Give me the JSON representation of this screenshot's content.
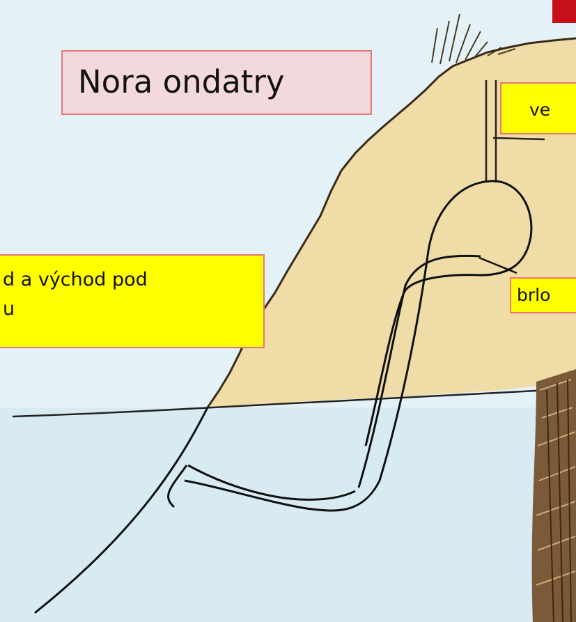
{
  "title": "Nora ondatry",
  "labels": {
    "vent": "ve",
    "entrance": "d a východ pod\nu",
    "den": "brlo"
  },
  "colors": {
    "water": "#e4f2f8",
    "soil": "#f0dca6",
    "label_fill": "#ffff00",
    "label_border": "#e8777a",
    "title_fill": "#f3d9dc",
    "accent": "#c8101a",
    "ink": "#111111"
  }
}
